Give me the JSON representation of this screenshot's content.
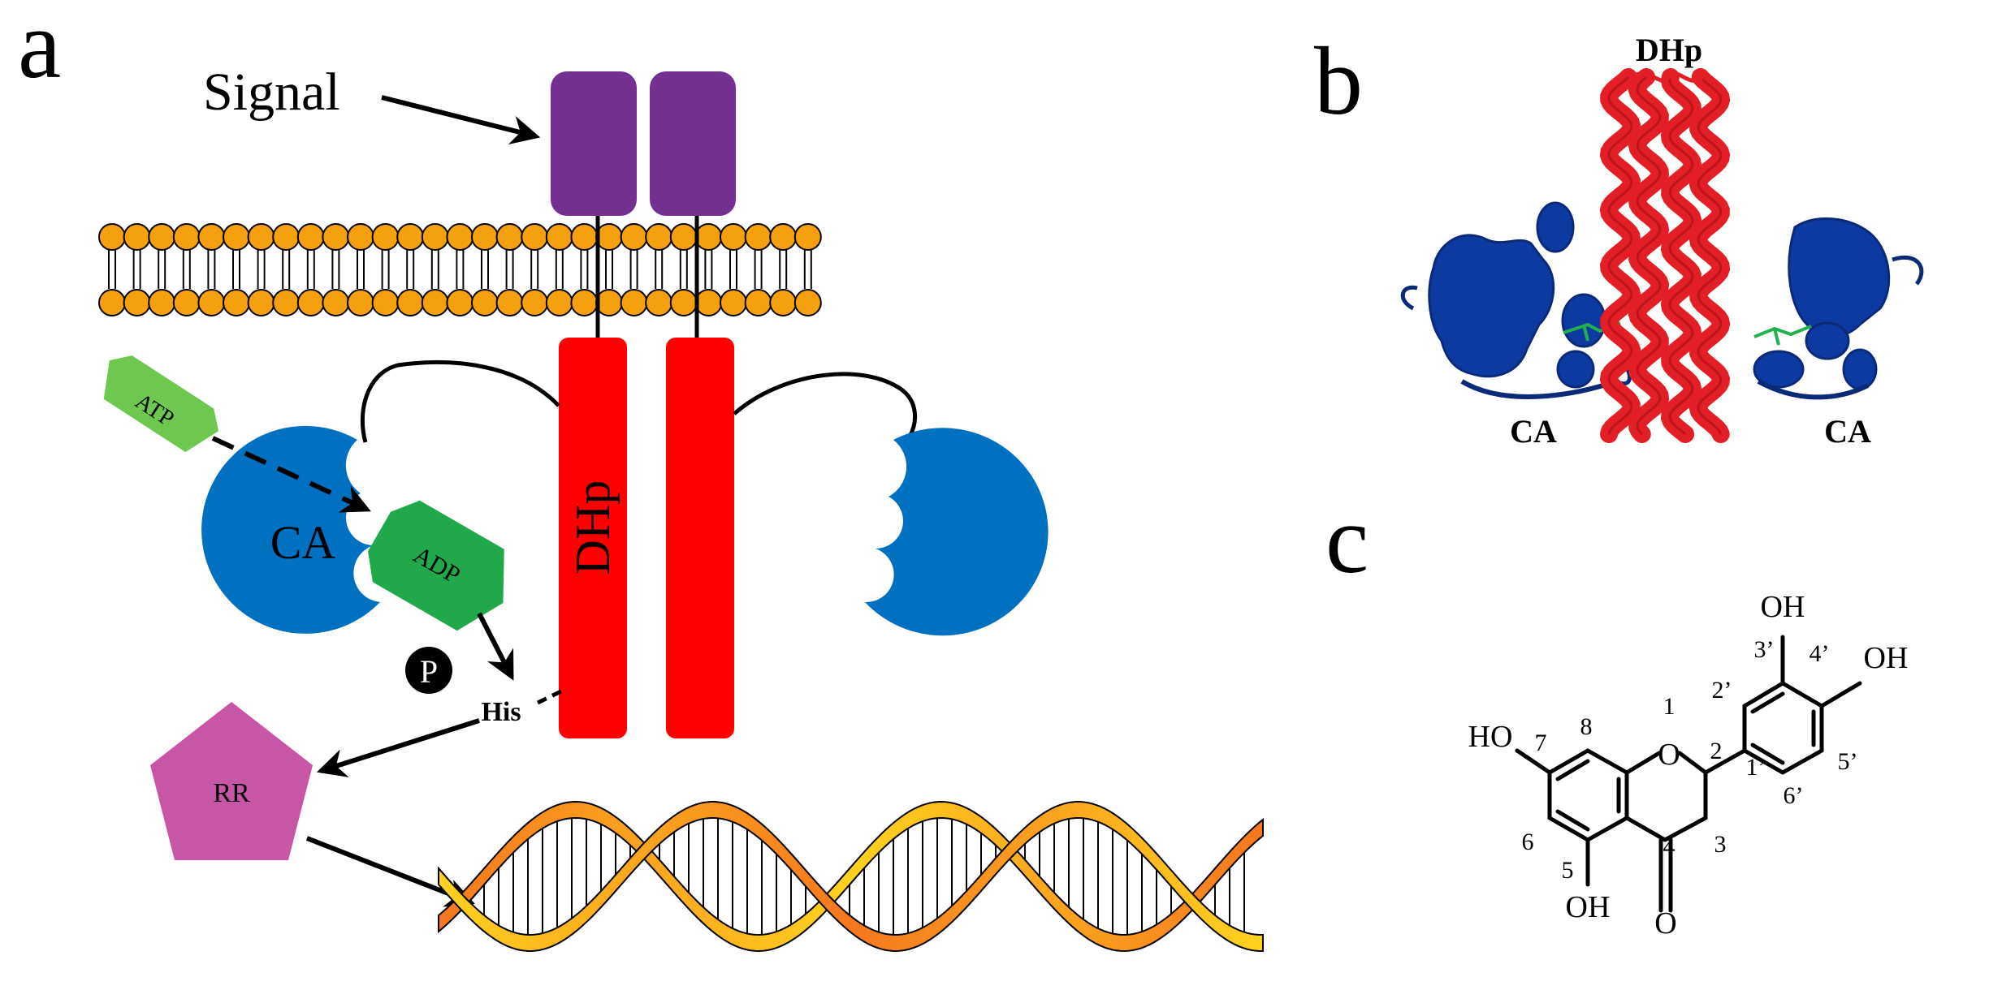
{
  "panels": {
    "a": {
      "letter": "a",
      "signal": "Signal",
      "dhp": "DHp",
      "ca": "CA",
      "atp": "ATP",
      "adp": "ADP",
      "phosphate": "P",
      "his": "His",
      "rr": "RR"
    },
    "b": {
      "letter": "b",
      "dhp": "DHp",
      "ca_left": "CA",
      "ca_right": "CA"
    },
    "c": {
      "letter": "c",
      "oh_top": "OH",
      "oh_right": "OH",
      "ho_left": "HO",
      "oh_bottom": "OH",
      "ring_o": "O",
      "carbonyl_o": "O",
      "atom_labels": {
        "n1": "1",
        "n2": "2",
        "n3": "3",
        "n4": "4",
        "n5": "5",
        "n6": "6",
        "n7": "7",
        "n8": "8",
        "n1p": "1’",
        "n2p": "2’",
        "n3p": "3’",
        "n4p": "4’",
        "n5p": "5’",
        "n6p": "6’"
      }
    }
  },
  "colors": {
    "receptor": "#733090",
    "dhp_red": "#ff0000",
    "ca_blue": "#0070c0",
    "atp_green": "#6ec850",
    "adp_green": "#21a84a",
    "rr_magenta": "#c756a6",
    "lipid_orange": "#f5a00f",
    "dna_yellow": "#ffd21e",
    "dna_orange": "#f5781e",
    "protein_blue": "#0d3aa0",
    "protein_red": "#e41e26",
    "ligand_green": "#22b14c"
  }
}
